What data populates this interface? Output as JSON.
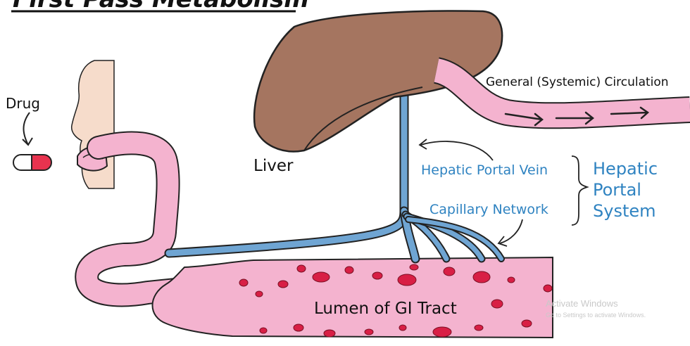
{
  "title": "First Pass Metabolism",
  "labels": {
    "drug": "Drug",
    "liver": "Liver",
    "systemic": "General (Systemic) Circulation",
    "portal_vein": "Hepatic Portal Vein",
    "capillary": "Capillary Network",
    "portal_system_1": "Hepatic",
    "portal_system_2": "Portal",
    "portal_system_3": "System",
    "lumen": "Lumen of GI Tract"
  },
  "watermark": {
    "line1": "Activate Windows",
    "line2": "Go to Settings to activate Windows."
  },
  "colors": {
    "gi": "#f4b3cf",
    "liver": "#a57560",
    "vein": "#6fa5d3",
    "dots": "#d81f45",
    "face": "#f6dccb",
    "label_blue": "#2f83c1"
  }
}
